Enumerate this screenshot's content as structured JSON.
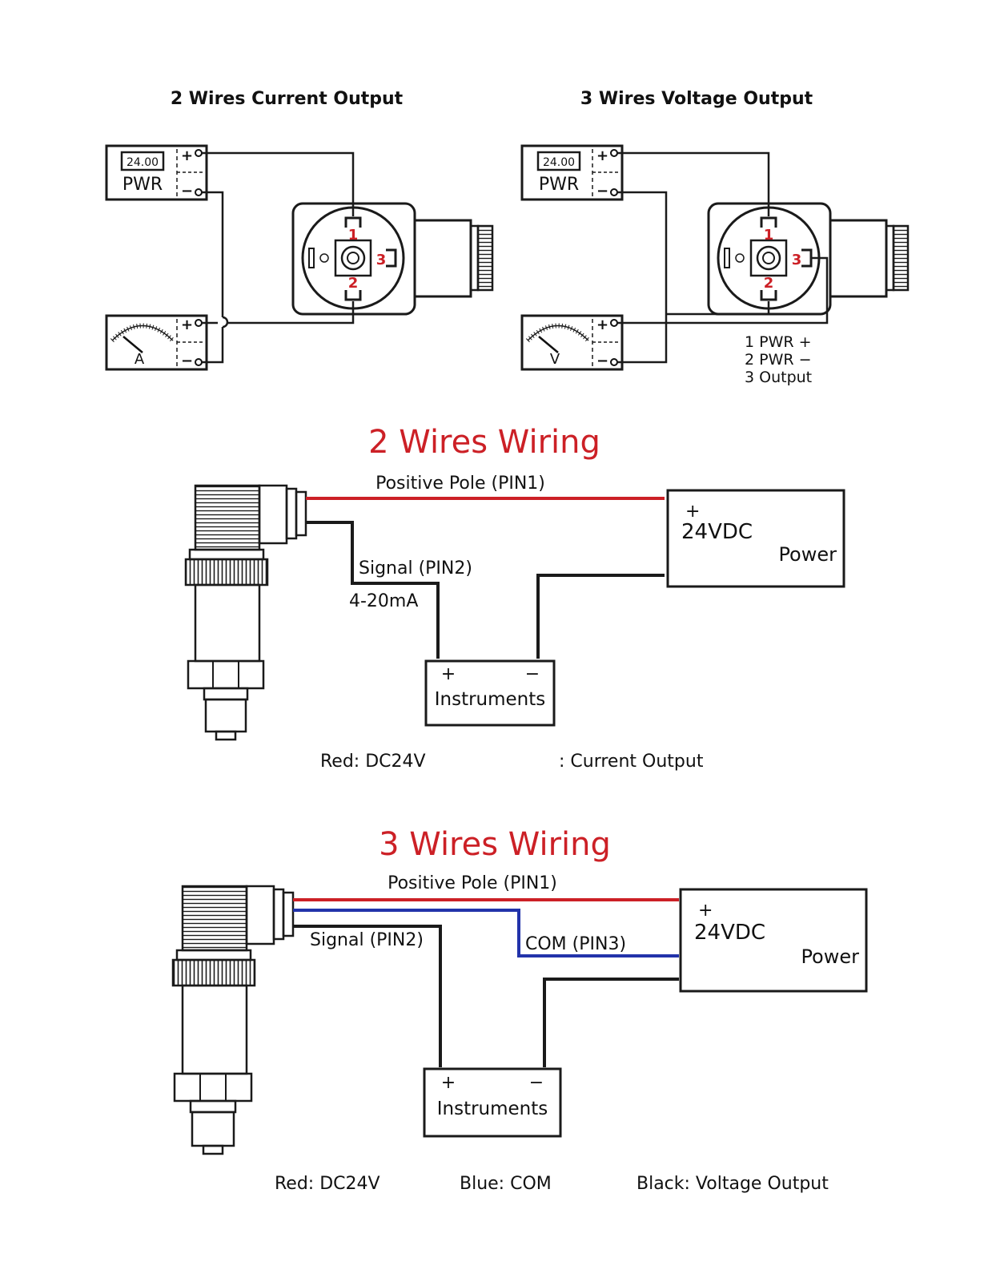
{
  "top_left": {
    "title": "2 Wires Current Output",
    "pwr_display": "24.00",
    "pwr_label": "PWR",
    "plus": "+",
    "minus": "−",
    "meter_label": "A",
    "pin1": "1",
    "pin2": "2",
    "pin3": "3"
  },
  "top_right": {
    "title": "3 Wires Voltage Output",
    "pwr_display": "24.00",
    "pwr_label": "PWR",
    "plus": "+",
    "minus": "−",
    "meter_label": "V",
    "pin1": "1",
    "pin2": "2",
    "pin3": "3",
    "legend": [
      "1 PWR +",
      "2 PWR −",
      "3 Output"
    ]
  },
  "two_wire": {
    "heading": "2 Wires Wiring",
    "positive_label": "Positive Pole (PIN1)",
    "signal_label": "Signal (PIN2)",
    "current_label": "4-20mA",
    "power_plus": "+",
    "power_voltage": "24VDC",
    "power_label": "Power",
    "instr_plus": "+",
    "instr_minus": "−",
    "instr_label": "Instruments",
    "note_red": "Red: DC24V",
    "note_output": ": Current Output"
  },
  "three_wire": {
    "heading": "3 Wires Wiring",
    "positive_label": "Positive Pole (PIN1)",
    "signal_label": "Signal (PIN2)",
    "com_label": "COM (PIN3)",
    "power_plus": "+",
    "power_voltage": "24VDC",
    "power_label": "Power",
    "instr_plus": "+",
    "instr_minus": "−",
    "instr_label": "Instruments",
    "note_red": "Red: DC24V",
    "note_blue": "Blue: COM",
    "note_black": "Black: Voltage Output"
  },
  "colors": {
    "red_wire": "#cc2026",
    "blue_wire": "#2233aa",
    "black_wire": "#1a1a1a",
    "heading_red": "#cc2026"
  }
}
